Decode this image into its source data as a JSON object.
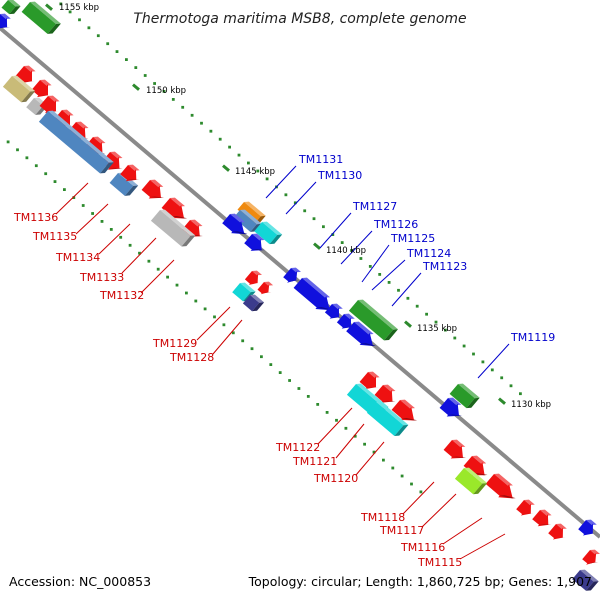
{
  "title": "Thermotoga maritima MSB8, complete genome",
  "accession": "Accession: NC_000853",
  "topology": "Topology: circular; Length: 1,860,725 bp; Genes: 1,907",
  "scale_labels": [
    "1155 kbp",
    "1150 kbp",
    "1145 kbp",
    "1140 kbp",
    "1135 kbp",
    "1130 kbp"
  ],
  "genes": [
    {
      "id": "TM1136",
      "color": "#dd1111"
    },
    {
      "id": "TM1135",
      "color": "#dd1111"
    },
    {
      "id": "TM1134",
      "color": "#dd1111"
    },
    {
      "id": "TM1133",
      "color": "#dd1111"
    },
    {
      "id": "TM1132",
      "color": "#dd1111"
    },
    {
      "id": "TM1129",
      "color": "#dd1111"
    },
    {
      "id": "TM1128",
      "color": "#dd1111"
    },
    {
      "id": "TM1131",
      "color": "#0000cc"
    },
    {
      "id": "TM1130",
      "color": "#0000cc"
    },
    {
      "id": "TM1127",
      "color": "#0000cc"
    },
    {
      "id": "TM1126",
      "color": "#0000cc"
    },
    {
      "id": "TM1125",
      "color": "#0000cc"
    },
    {
      "id": "TM1124",
      "color": "#0000cc"
    },
    {
      "id": "TM1123",
      "color": "#0000cc"
    },
    {
      "id": "TM1119",
      "color": "#0000cc"
    },
    {
      "id": "TM1122",
      "color": "#dd1111"
    },
    {
      "id": "TM1121",
      "color": "#dd1111"
    },
    {
      "id": "TM1120",
      "color": "#dd1111"
    },
    {
      "id": "TM1118",
      "color": "#dd1111"
    },
    {
      "id": "TM1117",
      "color": "#dd1111"
    },
    {
      "id": "TM1116",
      "color": "#dd1111"
    },
    {
      "id": "TM1115",
      "color": "#dd1111"
    }
  ],
  "colors": {
    "red_gene": "#ee1111",
    "blue_gene": "#1010dd",
    "green_gene": "#2a9a2a",
    "steel_gene": "#4f86c0",
    "cyan_gene": "#12d6d6",
    "gray_gene": "#b8b8b8",
    "olive_gene": "#c9bb78",
    "orange_gene": "#ef8a10",
    "navy_gene": "#3b3b8c",
    "lime_gene": "#9ae82a",
    "backbone": "#8c8c8c",
    "tick": "#2d8a2d"
  }
}
